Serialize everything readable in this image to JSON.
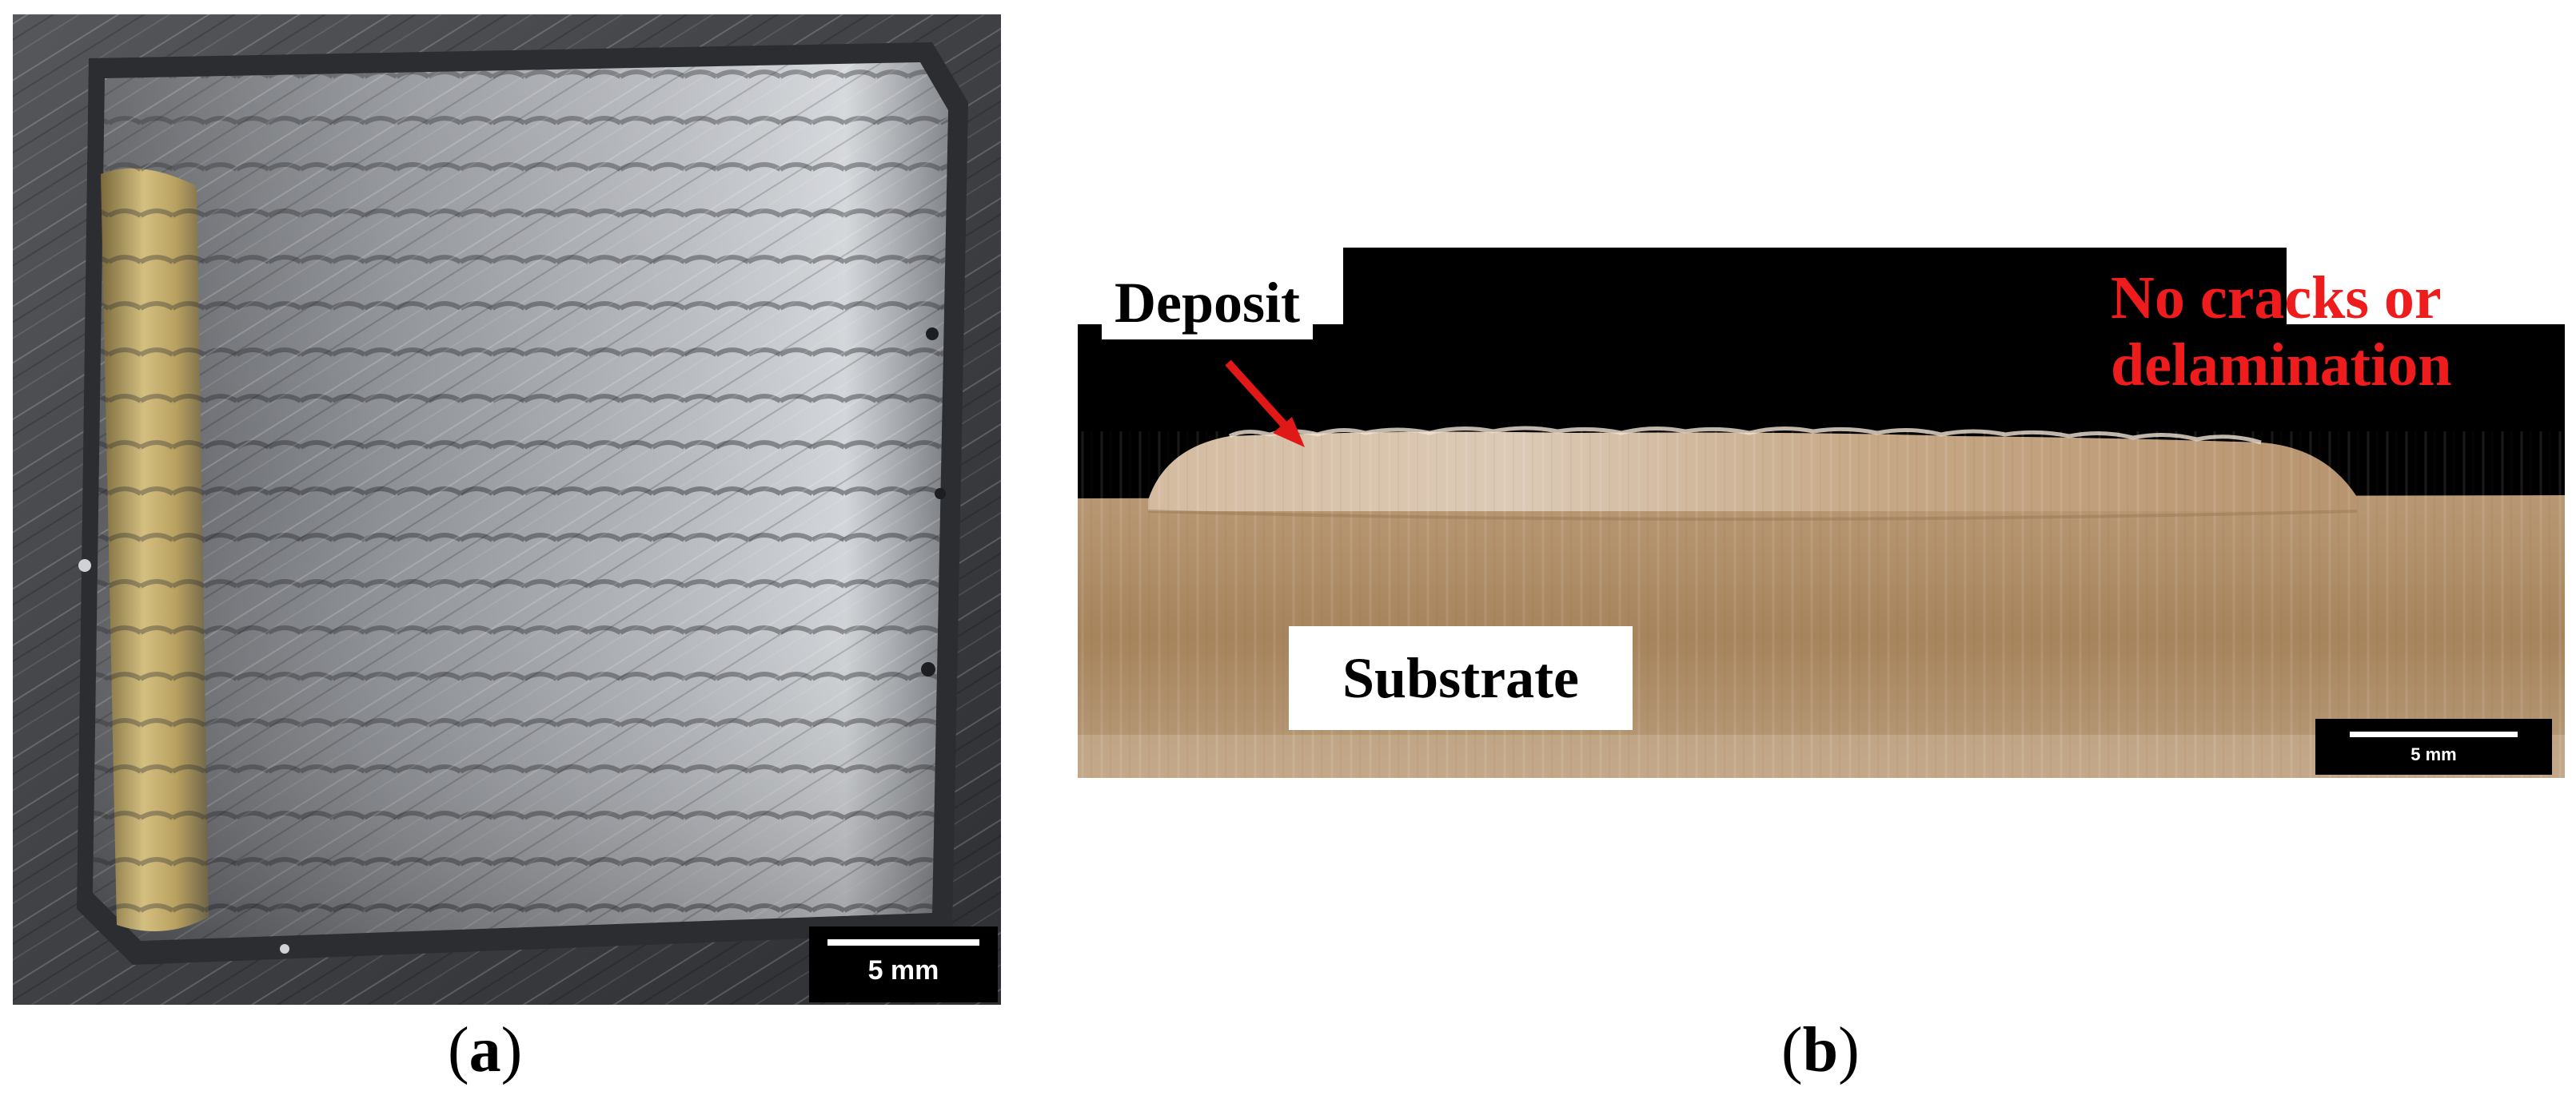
{
  "figure": {
    "panels": [
      {
        "id": "a",
        "caption_open": "(",
        "caption_letter": "a",
        "caption_close": ")",
        "subject": "top view of square metallic weld deposit on a steel plate",
        "scale_bar": "5 mm"
      },
      {
        "id": "b",
        "caption_open": "(",
        "caption_letter": "b",
        "caption_close": ")",
        "subject": "cross-section of deposit layer on substrate",
        "scale_bar": "5 mm",
        "labels": {
          "deposit": "Deposit",
          "substrate": "Substrate",
          "note_line1": "No cracks or",
          "note_line2": "delamination"
        }
      }
    ]
  },
  "colors": {
    "note_text": "#ee1c1c",
    "arrow": "#e01818",
    "metal_dark": "#3a3c40",
    "metal_light": "#c9ccd0",
    "bead_gold": "#c8b070",
    "deposit_tan": "#c8a887",
    "substrate_brown": "#a88660",
    "background_black": "#000000"
  }
}
